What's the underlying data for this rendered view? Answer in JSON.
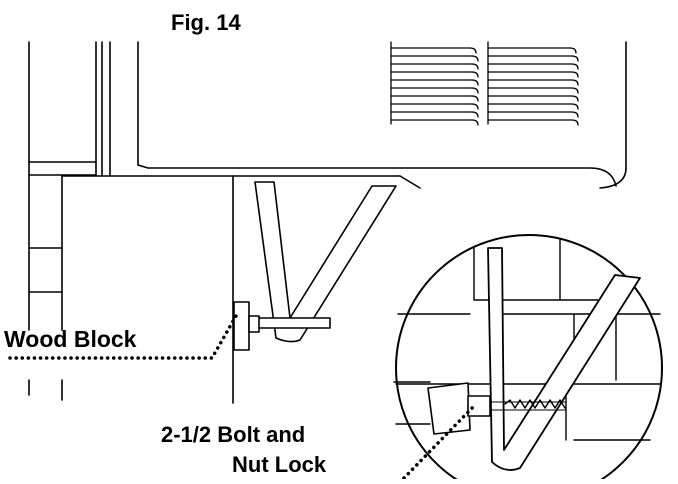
{
  "figure": {
    "title": "Fig. 14"
  },
  "labels": {
    "wood_block": "Wood Block",
    "bolt_line1": "2-1/2 Bolt and",
    "bolt_line2": "Nut Lock"
  },
  "colors": {
    "line": "#000000",
    "background": "#ffffff"
  }
}
